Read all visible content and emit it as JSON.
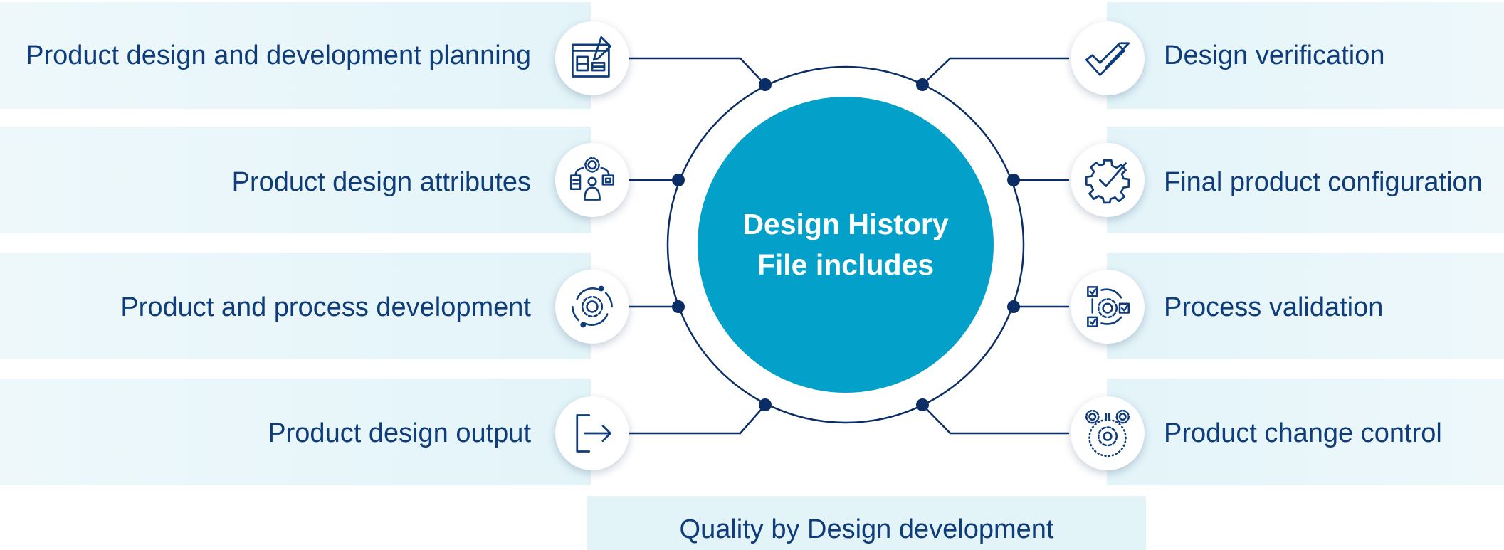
{
  "diagram": {
    "center_title": "Design History File includes",
    "left_items": [
      {
        "label": "Product design and development planning",
        "icon": "blueprint-pencil-icon"
      },
      {
        "label": "Product design attributes",
        "icon": "team-gear-icon"
      },
      {
        "label": "Product and process development",
        "icon": "gear-cycle-icon"
      },
      {
        "label": "Product design output",
        "icon": "exit-arrow-icon"
      }
    ],
    "right_items": [
      {
        "label": "Design verification",
        "icon": "double-check-icon"
      },
      {
        "label": "Final product configuration",
        "icon": "gear-check-icon"
      },
      {
        "label": "Process validation",
        "icon": "checklist-gear-icon"
      },
      {
        "label": "Product change control",
        "icon": "gears-control-icon"
      }
    ],
    "footer": "Quality by Design development"
  },
  "colors": {
    "navy": "#0f3c7a",
    "hub": "#03a1c9",
    "band": "#e3f4f9",
    "dot": "#0a2d66"
  }
}
